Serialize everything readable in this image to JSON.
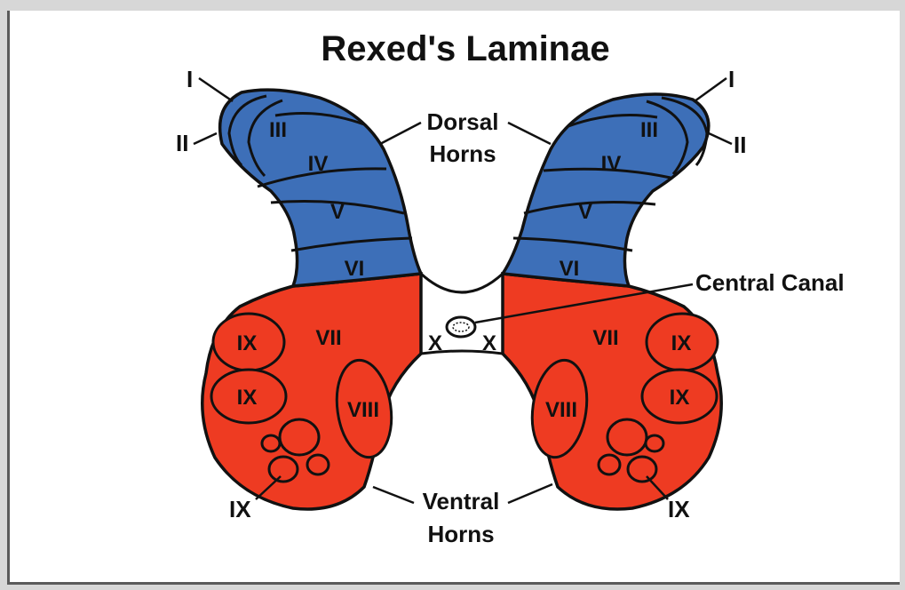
{
  "title": "Rexed's Laminae",
  "annotations": {
    "dorsal_line1": "Dorsal",
    "dorsal_line2": "Horns",
    "ventral_line1": "Ventral",
    "ventral_line2": "Horns",
    "central_canal": "Central Canal",
    "left_I": "I",
    "left_II": "II",
    "right_I": "I",
    "right_II": "II",
    "left_IX_bottom": "IX",
    "right_IX_bottom": "IX"
  },
  "laminae": {
    "III": "III",
    "IV": "IV",
    "V": "V",
    "VI": "VI",
    "VII": "VII",
    "VIII": "VIII",
    "IX": "IX",
    "X": "X"
  },
  "colors": {
    "dorsal_blue": "#3d6fb8",
    "ventral_red": "#ee3b22",
    "outline": "#111111",
    "background": "#ffffff"
  }
}
